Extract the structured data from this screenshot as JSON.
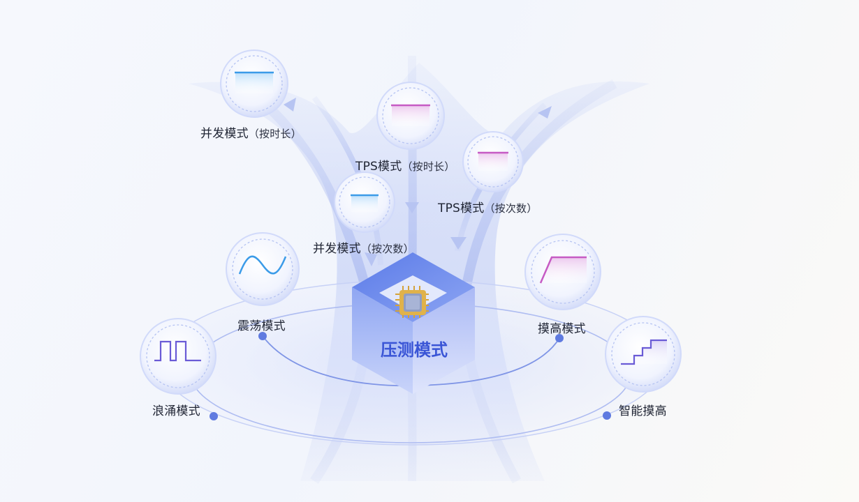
{
  "diagram": {
    "center": {
      "title": "压测模式",
      "icon": "cpu-chip-icon"
    },
    "modes": [
      {
        "key": "concurrent-duration",
        "name": "并发模式",
        "qualifier": "（按时长）",
        "icon": "flat-level-blue-icon"
      },
      {
        "key": "tps-duration",
        "name": "TPS模式",
        "qualifier": "（按时长）",
        "icon": "flat-level-pink-icon"
      },
      {
        "key": "tps-count",
        "name": "TPS模式",
        "qualifier": "（按次数）",
        "icon": "flat-level-pink-icon"
      },
      {
        "key": "concurrent-count",
        "name": "并发模式",
        "qualifier": "（按次数）",
        "icon": "flat-level-blue-icon"
      },
      {
        "key": "oscillation",
        "name": "震荡模式",
        "qualifier": "",
        "icon": "sine-wave-icon"
      },
      {
        "key": "peak-probe",
        "name": "摸高模式",
        "qualifier": "",
        "icon": "ramp-up-icon"
      },
      {
        "key": "surge",
        "name": "浪涌模式",
        "qualifier": "",
        "icon": "square-wave-icon"
      },
      {
        "key": "smart-peak-probe",
        "name": "智能摸高",
        "qualifier": "",
        "icon": "staircase-icon"
      }
    ]
  },
  "colors": {
    "accent": "#3a55d6",
    "blue_line": "#3b9be8",
    "pink_line": "#c65bc4",
    "purple_line": "#6a5bd6",
    "orbit": "#8aa0ea"
  }
}
